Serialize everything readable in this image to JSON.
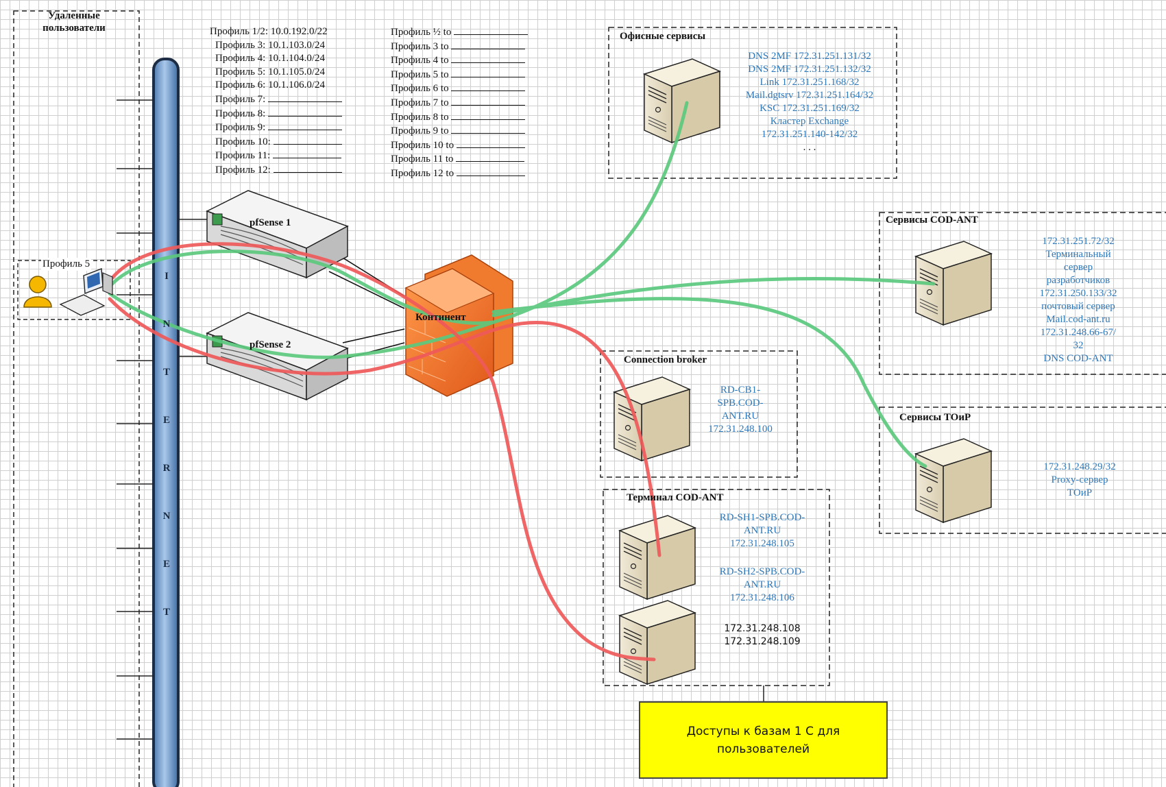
{
  "remote_users": {
    "title": "Удаленные пользователи"
  },
  "internet": {
    "letters": [
      "I",
      "N",
      "T",
      "E",
      "R",
      "N",
      "E",
      "T"
    ]
  },
  "client": {
    "label": "Профиль 5"
  },
  "profiles_left": [
    "Профиль 1/2: 10.0.192.0/22",
    "Профиль 3: 10.1.103.0/24",
    "Профиль 4: 10.1.104.0/24",
    "Профиль 5: 10.1.105.0/24",
    "Профиль 6: 10.1.106.0/24",
    "Профиль 7:",
    "Профиль 8:",
    "Профиль 9:",
    "Профиль 10:",
    "Профиль 11:",
    "Профиль 12:"
  ],
  "profiles_right": [
    "Профиль ½ to",
    "Профиль 3 to",
    "Профиль 4 to",
    "Профиль 5 to",
    "Профиль 6 to",
    "Профиль 7 to",
    "Профиль 8 to",
    "Профиль 9 to",
    "Профиль 10 to",
    "Профиль 11 to",
    "Профиль 12 to"
  ],
  "pfsense1": {
    "label": "pfSense 1"
  },
  "pfsense2": {
    "label": "pfSense 2"
  },
  "continent": {
    "label": "Континент"
  },
  "office": {
    "title": "Офисные сервисы",
    "lines": [
      "DNS 2MF 172.31.251.131/32",
      "DNS 2MF 172.31.251.132/32",
      "Link 172.31.251.168/32",
      "Mail.dgtsrv 172.31.251.164/32",
      "KSC 172.31.251.169/32",
      "Кластер Exchange",
      "172.31.251.140-142/32",
      ". . ."
    ]
  },
  "codant": {
    "title": "Сервисы COD-ANT",
    "lines": [
      "172.31.251.72/32",
      "Терминальный",
      "сервер",
      "разработчиков",
      "172.31.250.133/32",
      "почтовый сервер",
      "Mail.cod-ant.ru",
      "172.31.248.66-67/",
      "32",
      "DNS COD-ANT"
    ]
  },
  "broker": {
    "title": "Connection broker",
    "lines": [
      "RD-CB1-",
      "SPB.COD-",
      "ANT.RU",
      "172.31.248.100"
    ]
  },
  "tonr": {
    "title": "Сервисы ТОиР",
    "lines": [
      "172.31.248.29/32",
      "Proxy-сервер",
      "ТОиР"
    ]
  },
  "terminal": {
    "title": "Терминал COD-ANT",
    "sh1": [
      "RD-SH1-SPB.COD-",
      "ANT.RU",
      "172.31.248.105"
    ],
    "sh2": [
      "RD-SH2-SPB.COD-",
      "ANT.RU",
      "172.31.248.106"
    ],
    "extra": [
      "172.31.248.108",
      "172.31.248.109"
    ]
  },
  "yellow_box": {
    "text": "Доступы к базам 1 С для пользователей"
  },
  "colors": {
    "green": "#5cc97e",
    "red": "#ef5a5a",
    "blue_text": "#2e77b8",
    "pipe": "#7fa8d4"
  }
}
